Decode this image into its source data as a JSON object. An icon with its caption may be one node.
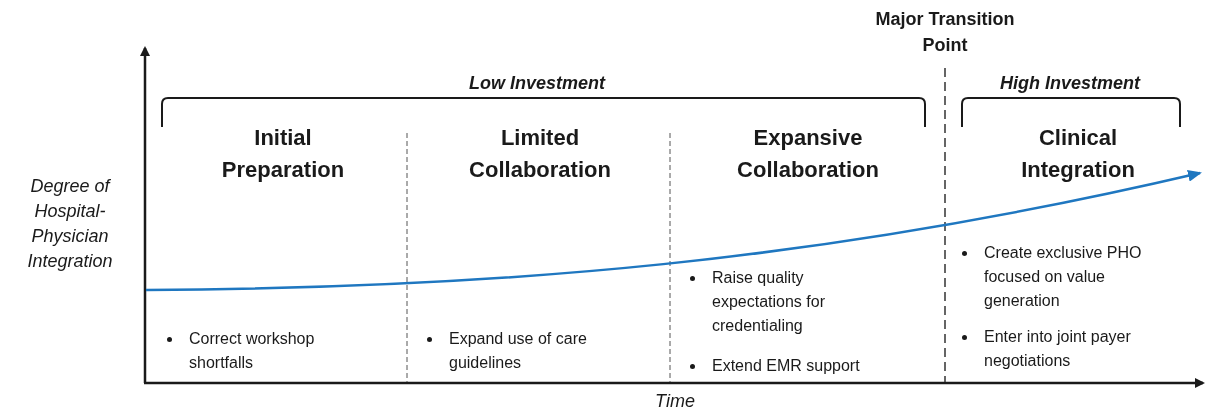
{
  "diagram": {
    "labels": [
      "Major Transition Point",
      "Low Investment",
      "High Investment",
      "Initial Preparation",
      "Limited Collaboration",
      "Expansive Collaboration",
      "Clinical Integration",
      "Degree of Hospital-Physician Integration",
      "Create exclusive PHO focused on value generation",
      "Enter into joint payer negotiations",
      "Raise quality expectations for credentialing",
      "Extend EMR support",
      "Correct workshop shortfalls",
      "Expand use of care guidelines",
      "Time"
    ]
  }
}
